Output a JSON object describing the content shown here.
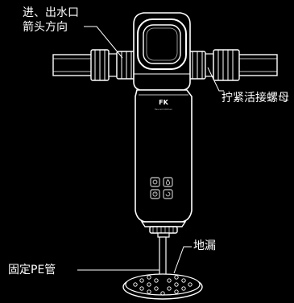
{
  "labels": {
    "inout_line1": "进、出水口",
    "inout_line2": "箭头方向",
    "tighten": "拧紧活接螺母",
    "drain": "地漏",
    "fix_pipe": "固定PE管"
  },
  "product": {
    "logo_mark": "FK",
    "logo_text": "Faucet Kitchen",
    "button_icons": [
      "filter-icon",
      "drop-icon",
      "timer-icon",
      "reset-icon"
    ]
  },
  "colors": {
    "background": "#000000",
    "line": "#ffffff"
  }
}
